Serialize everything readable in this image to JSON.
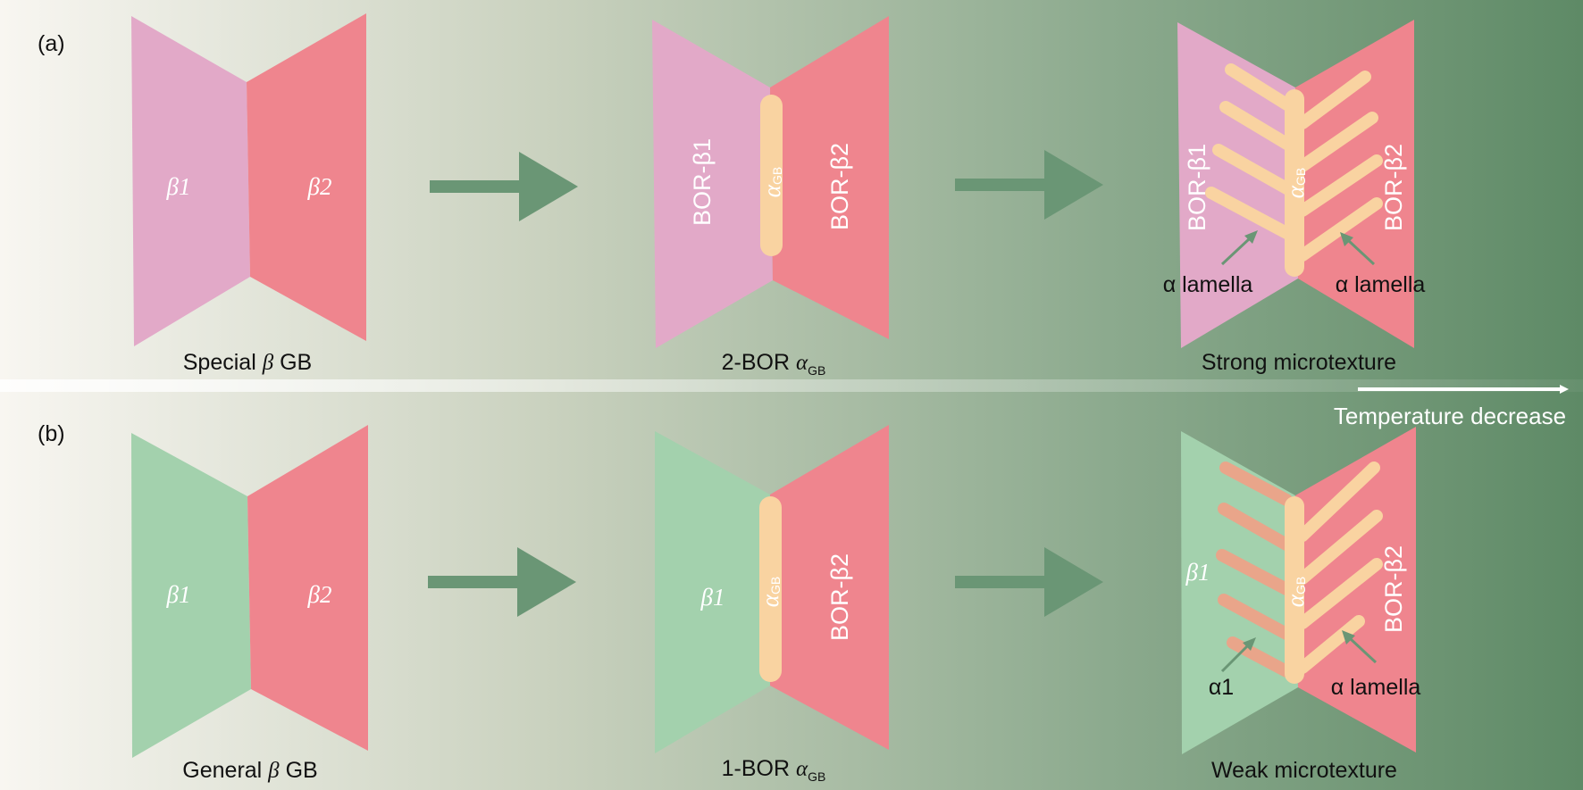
{
  "colors": {
    "pink": "#E2A9C8",
    "red": "#EF858E",
    "green_grain": "#A3D1AD",
    "alpha_gb": "#F9D3A1",
    "alpha1": "#E9A58A",
    "arrow": "#6A9675",
    "bg_left": "#F8F6F1",
    "bg_right": "#5E8A66"
  },
  "row_a": {
    "panel_label": "(a)",
    "stage1": {
      "grain_left": "β1",
      "grain_right": "β2",
      "caption_pre": "Special ",
      "caption_beta": "β",
      "caption_post": " GB"
    },
    "stage2": {
      "grain_left": "BOR-β1",
      "gb": "α",
      "gb_sub": "GB",
      "grain_right": "BOR-β2",
      "caption_pre": "2-BOR ",
      "caption_alpha": "α",
      "caption_sub": "GB"
    },
    "stage3": {
      "grain_left": "BOR-β1",
      "gb": "α",
      "gb_sub": "GB",
      "grain_right": "BOR-β2",
      "lamella_left": "α lamella",
      "lamella_right": "α lamella",
      "caption": "Strong microtexture"
    }
  },
  "row_b": {
    "panel_label": "(b)",
    "stage1": {
      "grain_left": "β1",
      "grain_right": "β2",
      "caption_pre": "General ",
      "caption_beta": "β",
      "caption_post": " GB"
    },
    "stage2": {
      "grain_left": "β1",
      "gb": "α",
      "gb_sub": "GB",
      "grain_right": "BOR-β2",
      "caption_pre": "1-BOR ",
      "caption_alpha": "α",
      "caption_sub": "GB"
    },
    "stage3": {
      "grain_left": "β1",
      "gb": "α",
      "gb_sub": "GB",
      "grain_right": "BOR-β2",
      "alpha1": "α1",
      "lamella_right": "α lamella",
      "caption": "Weak microtexture"
    }
  },
  "temperature_label": "Temperature decrease"
}
